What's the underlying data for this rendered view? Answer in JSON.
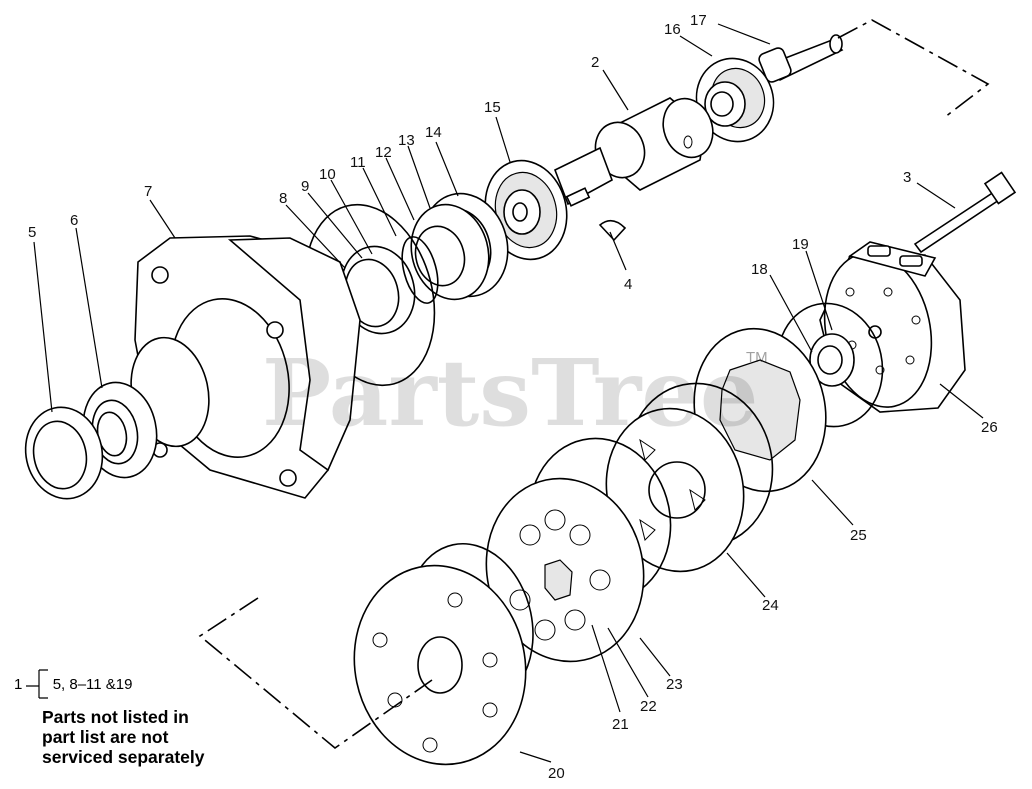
{
  "diagram": {
    "callouts": [
      {
        "id": "c1",
        "text": "2"
      },
      {
        "id": "c2",
        "text": "3"
      },
      {
        "id": "c3",
        "text": "4"
      },
      {
        "id": "c4",
        "text": "5"
      },
      {
        "id": "c5",
        "text": "6"
      },
      {
        "id": "c6",
        "text": "7"
      },
      {
        "id": "c7",
        "text": "8"
      },
      {
        "id": "c8",
        "text": "9"
      },
      {
        "id": "c9",
        "text": "10"
      },
      {
        "id": "c10",
        "text": "11"
      },
      {
        "id": "c11",
        "text": "12"
      },
      {
        "id": "c12",
        "text": "13"
      },
      {
        "id": "c13",
        "text": "14"
      },
      {
        "id": "c14",
        "text": "15"
      },
      {
        "id": "c15",
        "text": "16"
      },
      {
        "id": "c16",
        "text": "17"
      },
      {
        "id": "c17",
        "text": "18"
      },
      {
        "id": "c18",
        "text": "19"
      },
      {
        "id": "c19",
        "text": "20"
      },
      {
        "id": "c20",
        "text": "21"
      },
      {
        "id": "c21",
        "text": "22"
      },
      {
        "id": "c22",
        "text": "23"
      },
      {
        "id": "c23",
        "text": "24"
      },
      {
        "id": "c24",
        "text": "25"
      },
      {
        "id": "c25",
        "text": "26"
      }
    ],
    "kit_key": {
      "number": "1",
      "contents": "5, 8–11 &19"
    },
    "note_lines": [
      "Parts not listed in",
      "part list are not",
      "serviced separately"
    ],
    "watermark": "PartsTree",
    "trademark": "TM"
  }
}
